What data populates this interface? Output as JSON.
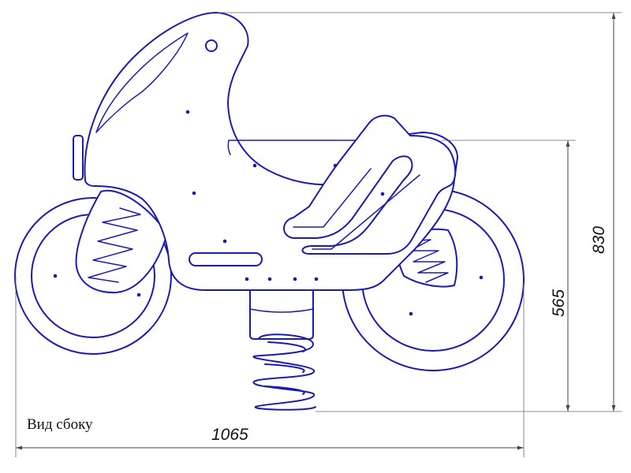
{
  "caption": "Вид сбоку",
  "dimensions": {
    "total_length": "1065",
    "total_height": "830",
    "seat_height": "565"
  },
  "colors": {
    "outline": "#1b1bb0",
    "dimension_lines": "#444444"
  }
}
